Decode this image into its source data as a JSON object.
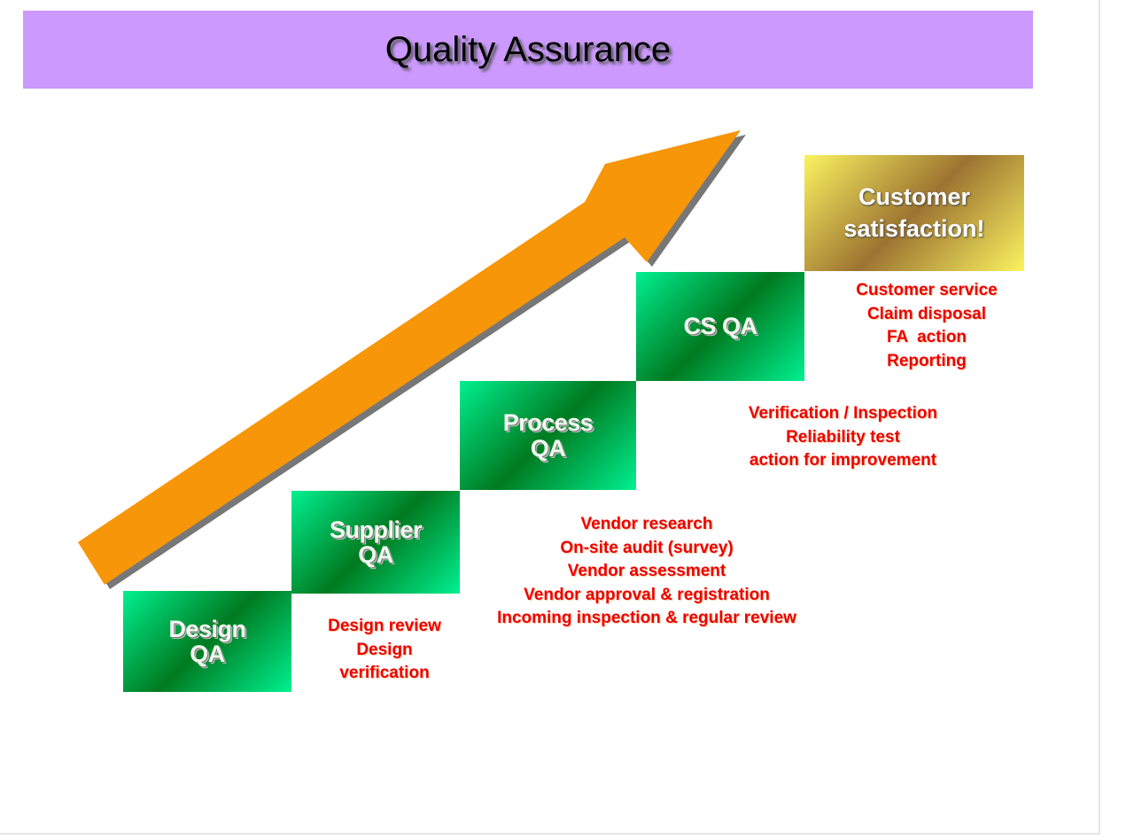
{
  "title": "Quality Assurance",
  "steps": [
    {
      "label_line1": "Design",
      "label_line2": "QA",
      "notes": [
        "Design review",
        "Design",
        "verification"
      ]
    },
    {
      "label_line1": "Supplier",
      "label_line2": "QA",
      "notes": [
        "Vendor research",
        "On-site audit (survey)",
        "Vendor assessment",
        "Vendor approval & registration",
        "Incoming inspection & regular review"
      ]
    },
    {
      "label_line1": "Process",
      "label_line2": "QA",
      "notes": [
        "Verification / Inspection",
        "Reliability test",
        "action for improvement"
      ]
    },
    {
      "label_line1": "CS QA",
      "notes": [
        "Customer service",
        "Claim disposal",
        "FA  action",
        "Reporting"
      ]
    }
  ],
  "goal": {
    "line1": "Customer",
    "line2": "satisfaction!"
  },
  "colors": {
    "title_bg": "#cc99ff",
    "arrow": "#f79608",
    "notes": "#ee0000",
    "step_green": "#00f090",
    "step_dark": "#007a20"
  }
}
